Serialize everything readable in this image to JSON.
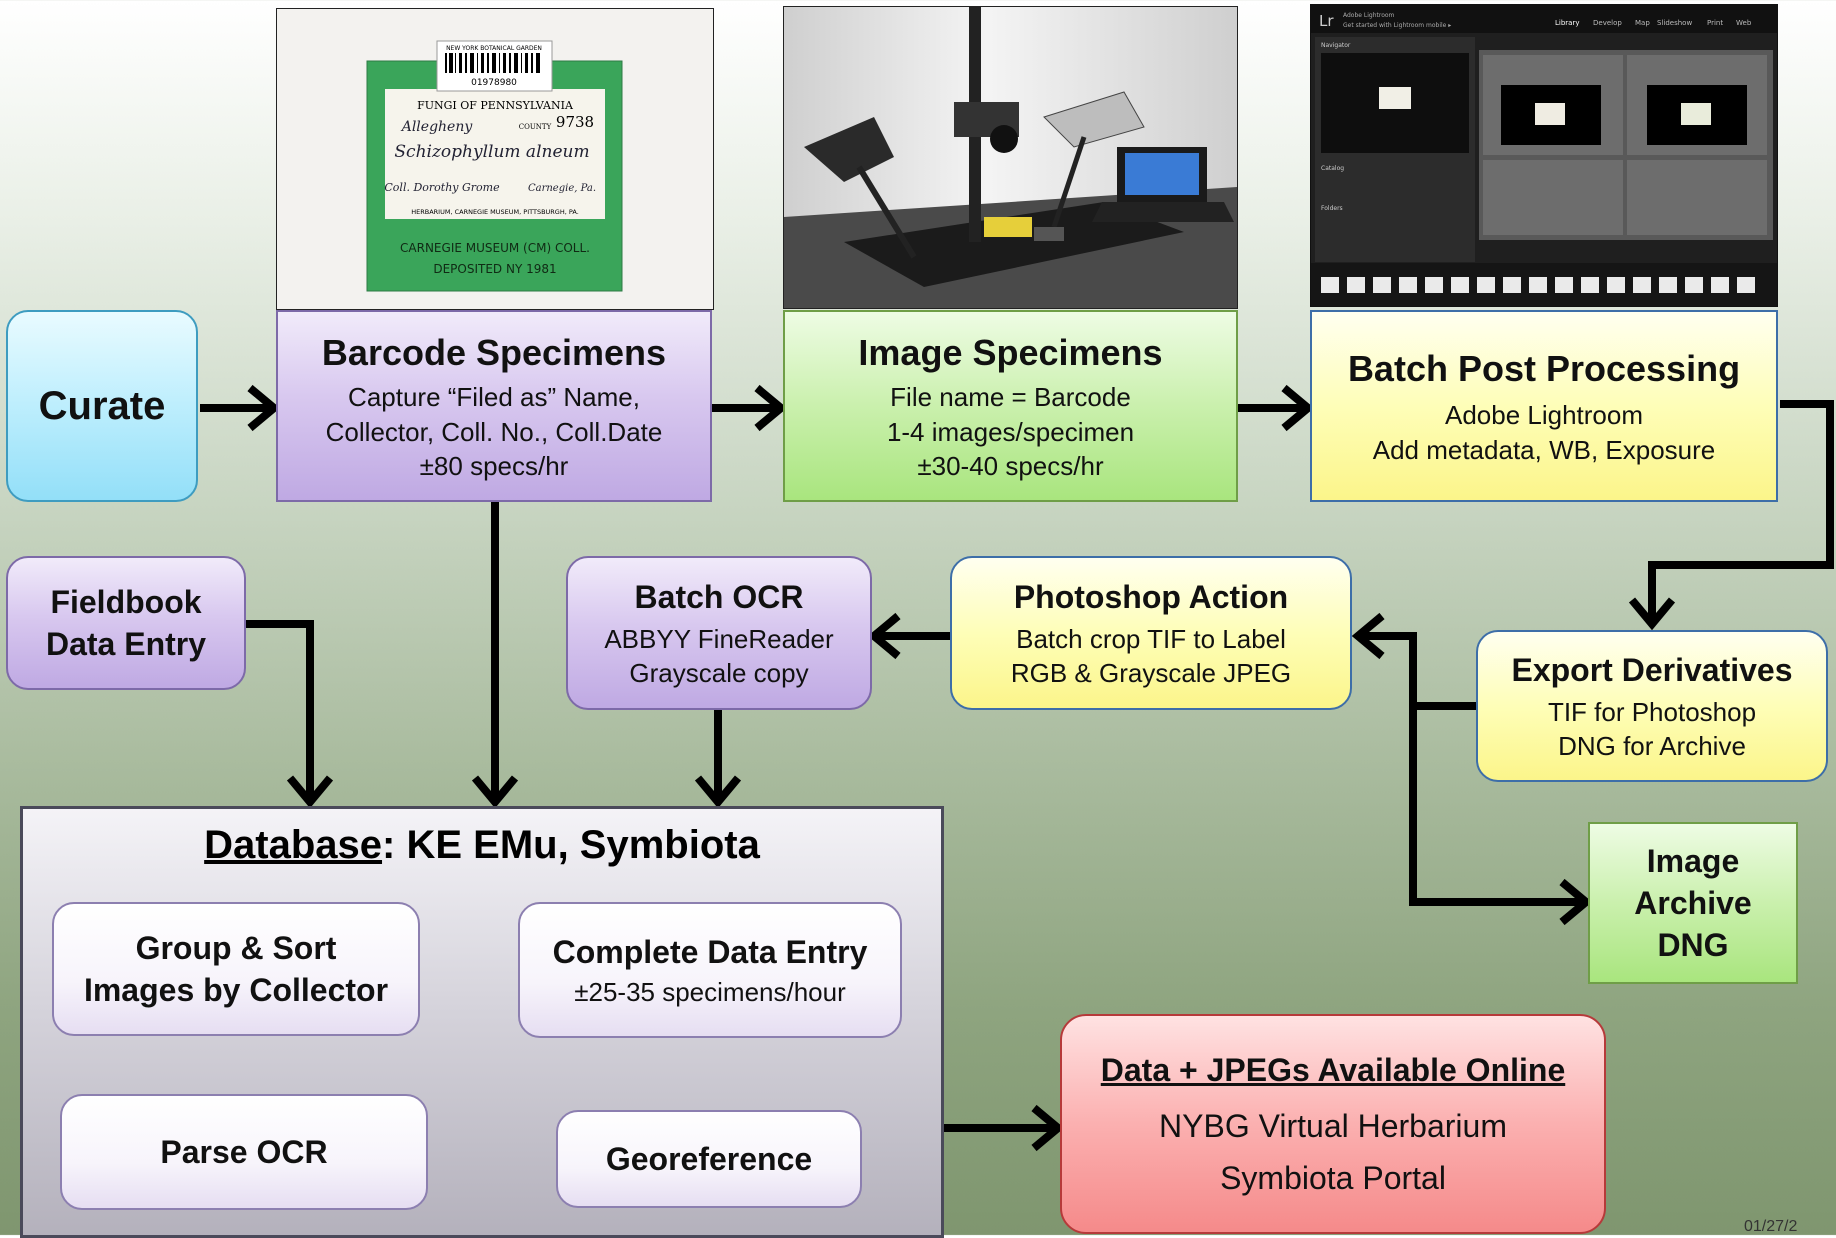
{
  "nodes": {
    "curate": {
      "title": "Curate"
    },
    "barcode": {
      "title": "Barcode Specimens",
      "lines": [
        "Capture “Filed as” Name,",
        "Collector, Coll. No., Coll.Date",
        "±80 specs/hr"
      ]
    },
    "image": {
      "title": "Image Specimens",
      "lines": [
        "File name = Barcode",
        "1-4 images/specimen",
        "±30-40 specs/hr"
      ]
    },
    "batch_post": {
      "title": "Batch Post Processing",
      "lines": [
        "Adobe Lightroom",
        "Add metadata, WB, Exposure"
      ]
    },
    "fieldbook": {
      "title_lines": [
        "Fieldbook",
        "Data Entry"
      ]
    },
    "batch_ocr": {
      "title": "Batch OCR",
      "lines": [
        "ABBYY FineReader",
        "Grayscale copy"
      ]
    },
    "photoshop": {
      "title": "Photoshop Action",
      "lines": [
        "Batch crop  TIF to Label",
        "RGB & Grayscale JPEG"
      ]
    },
    "export": {
      "title": "Export Derivatives",
      "lines": [
        "TIF for Photoshop",
        "DNG for Archive"
      ]
    },
    "archive": {
      "title_lines": [
        "Image",
        "Archive",
        "DNG"
      ]
    },
    "database": {
      "title_underlined": "Database",
      "title_rest": ":  KE EMu, Symbiota",
      "group_sort": [
        "Group  & Sort",
        "Images by Collector"
      ],
      "parse_ocr": "Parse OCR",
      "complete": {
        "title": "Complete Data Entry",
        "line": "±25-35 specimens/hour"
      },
      "georeference": "Georeference"
    },
    "online": {
      "title": "Data + JPEGs Available Online",
      "lines": [
        "NYBG Virtual Herbarium",
        "Symbiota Portal"
      ]
    }
  },
  "photos": {
    "label": {
      "lines": [
        "NEW YORK BOTANICAL GARDEN",
        "01978980",
        "FUNGI OF PENNSYLVANIA",
        "9738",
        "Allegheny",
        "COUNTY",
        "Schizophyllum alneum",
        "Coll. Dorothy Grome",
        "Carnegie, Pa.",
        "HERBARIUM, CARNEGIE MUSEUM, PITTSBURGH, PA.",
        "CARNEGIE MUSEUM (CM) COLL.",
        "DEPOSITED NY 1981"
      ]
    },
    "lightroom": {
      "logo": "Lr",
      "app_name": "Adobe Lightroom",
      "mobile_prompt": "Get started with Lightroom mobile ▸",
      "modules": [
        "Library",
        "Develop",
        "Map",
        "Slideshow",
        "Print",
        "Web"
      ],
      "left_panels": [
        "Navigator",
        "Catalog",
        "Folders"
      ]
    }
  },
  "footer": {
    "date": "01/27/2"
  },
  "colors": {
    "arrow": "#000000",
    "purple": "#cbb8ea",
    "green": "#b8ea90",
    "yellow": "#fdf9a0",
    "cyan": "#aee7fb",
    "red": "#f8a0a0"
  }
}
